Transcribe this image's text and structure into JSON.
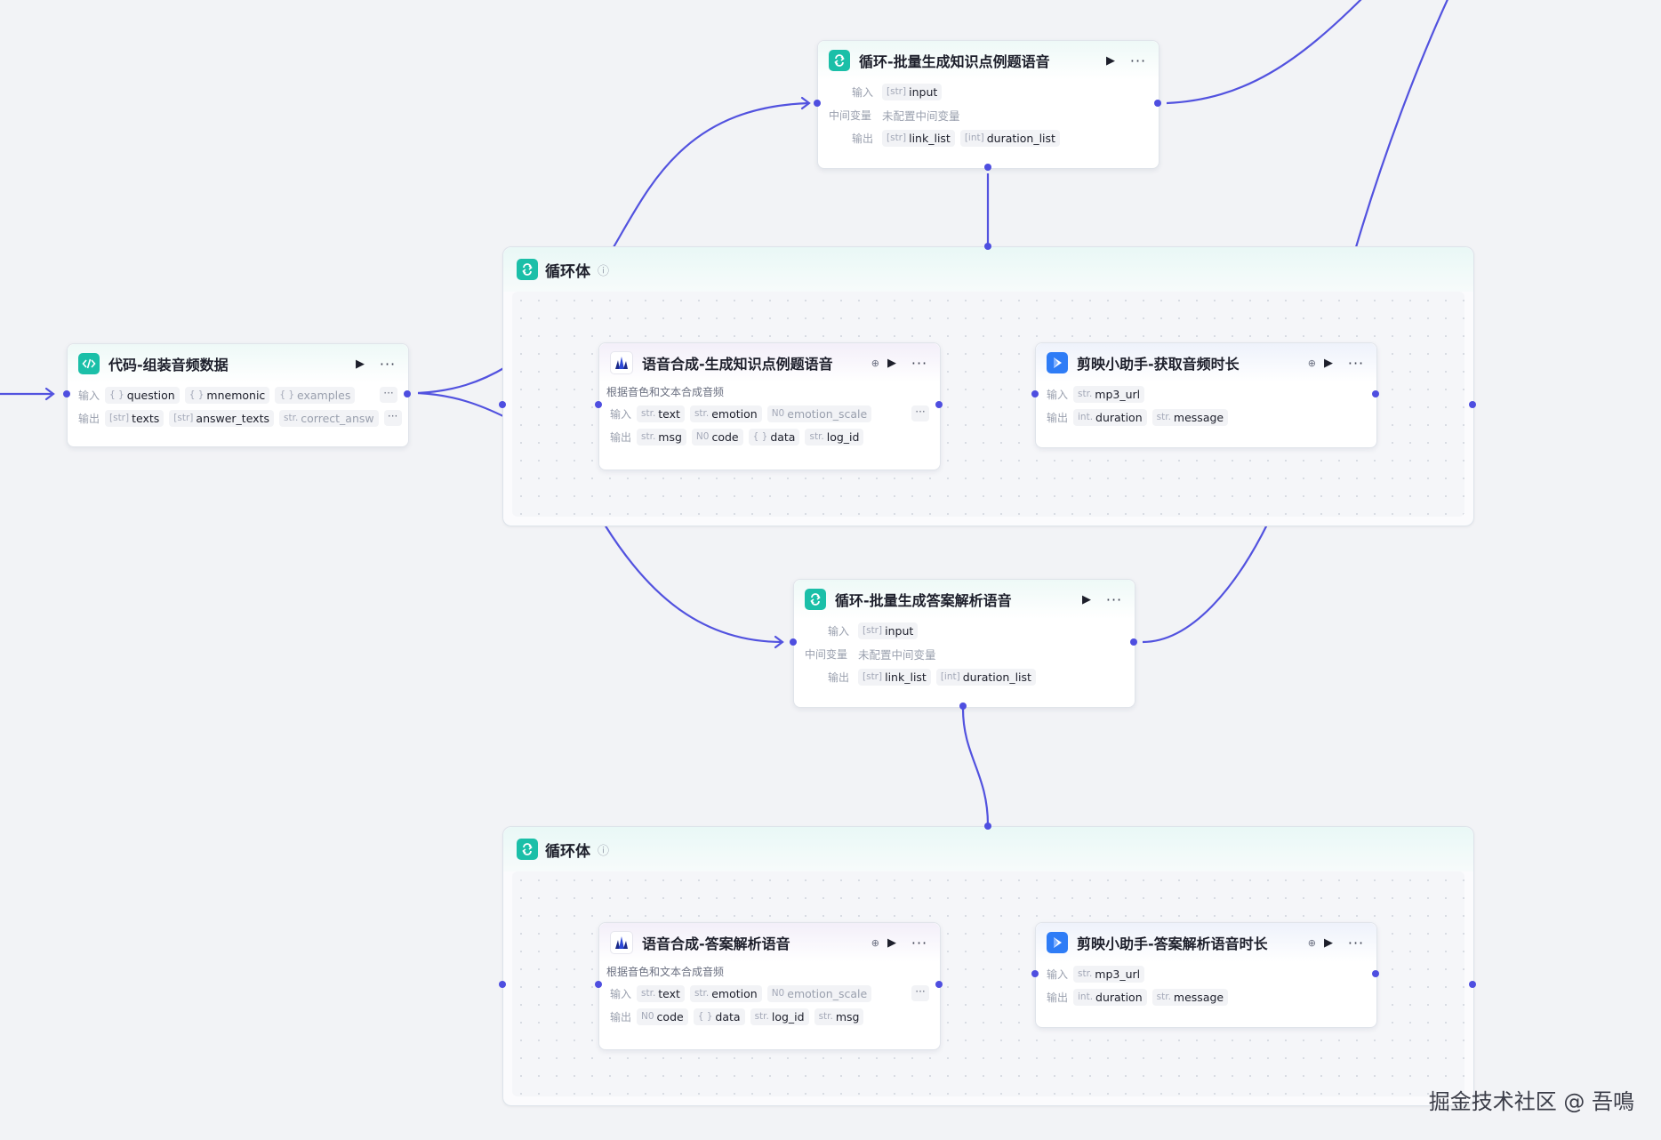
{
  "nodes": {
    "code_node": {
      "title": "代码-组装音频数据",
      "input_label": "输入",
      "output_label": "输出",
      "inputs": [
        {
          "type": "{ }",
          "name": "question"
        },
        {
          "type": "{ }",
          "name": "mnemonic"
        },
        {
          "type": "{ }",
          "name": "examples"
        }
      ],
      "outputs": [
        {
          "type": "[str]",
          "name": "texts"
        },
        {
          "type": "[str]",
          "name": "answer_texts"
        },
        {
          "type": "str.",
          "name": "correct_answ"
        }
      ],
      "more": "···"
    },
    "loop_top": {
      "title": "循环-批量生成知识点例题语音",
      "input_label": "输入",
      "var_label": "中间变量",
      "output_label": "输出",
      "inputs": [
        {
          "type": "[str]",
          "name": "input"
        }
      ],
      "var_value": "未配置中间变量",
      "outputs": [
        {
          "type": "[str]",
          "name": "link_list"
        },
        {
          "type": "[int]",
          "name": "duration_list"
        }
      ]
    },
    "loop_mid": {
      "title": "循环-批量生成答案解析语音",
      "input_label": "输入",
      "var_label": "中间变量",
      "output_label": "输出",
      "inputs": [
        {
          "type": "[str]",
          "name": "input"
        }
      ],
      "var_value": "未配置中间变量",
      "outputs": [
        {
          "type": "[str]",
          "name": "link_list"
        },
        {
          "type": "[int]",
          "name": "duration_list"
        }
      ]
    },
    "tts1": {
      "title": "语音合成-生成知识点例题语音",
      "desc": "根据音色和文本合成音频",
      "input_label": "输入",
      "output_label": "输出",
      "inputs": [
        {
          "type": "str.",
          "name": "text"
        },
        {
          "type": "str.",
          "name": "emotion"
        },
        {
          "type": "N0",
          "name": "emotion_scale"
        }
      ],
      "outputs": [
        {
          "type": "str.",
          "name": "msg"
        },
        {
          "type": "N0",
          "name": "code"
        },
        {
          "type": "{ }",
          "name": "data"
        },
        {
          "type": "str.",
          "name": "log_id"
        }
      ]
    },
    "jy1": {
      "title": "剪映小助手-获取音频时长",
      "input_label": "输入",
      "output_label": "输出",
      "inputs": [
        {
          "type": "str.",
          "name": "mp3_url"
        }
      ],
      "outputs": [
        {
          "type": "int.",
          "name": "duration"
        },
        {
          "type": "str.",
          "name": "message"
        }
      ]
    },
    "tts2": {
      "title": "语音合成-答案解析语音",
      "desc": "根据音色和文本合成音频",
      "input_label": "输入",
      "output_label": "输出",
      "inputs": [
        {
          "type": "str.",
          "name": "text"
        },
        {
          "type": "str.",
          "name": "emotion"
        },
        {
          "type": "N0",
          "name": "emotion_scale"
        }
      ],
      "outputs": [
        {
          "type": "N0",
          "name": "code"
        },
        {
          "type": "{ }",
          "name": "data"
        },
        {
          "type": "str.",
          "name": "log_id"
        },
        {
          "type": "str.",
          "name": "msg"
        }
      ]
    },
    "jy2": {
      "title": "剪映小助手-答案解析语音时长",
      "input_label": "输入",
      "output_label": "输出",
      "inputs": [
        {
          "type": "str.",
          "name": "mp3_url"
        }
      ],
      "outputs": [
        {
          "type": "int.",
          "name": "duration"
        },
        {
          "type": "str.",
          "name": "message"
        }
      ]
    }
  },
  "groups": {
    "top": {
      "title": "循环体"
    },
    "bottom": {
      "title": "循环体"
    }
  },
  "badges": {
    "plugin": "⊕"
  },
  "watermark": "掘金技术社区 @ 吾鳴",
  "colors": {
    "wire": "#4e4ee0",
    "loop_icon": "#1bbfa8",
    "plugin_icon": "#2e7cf6"
  }
}
